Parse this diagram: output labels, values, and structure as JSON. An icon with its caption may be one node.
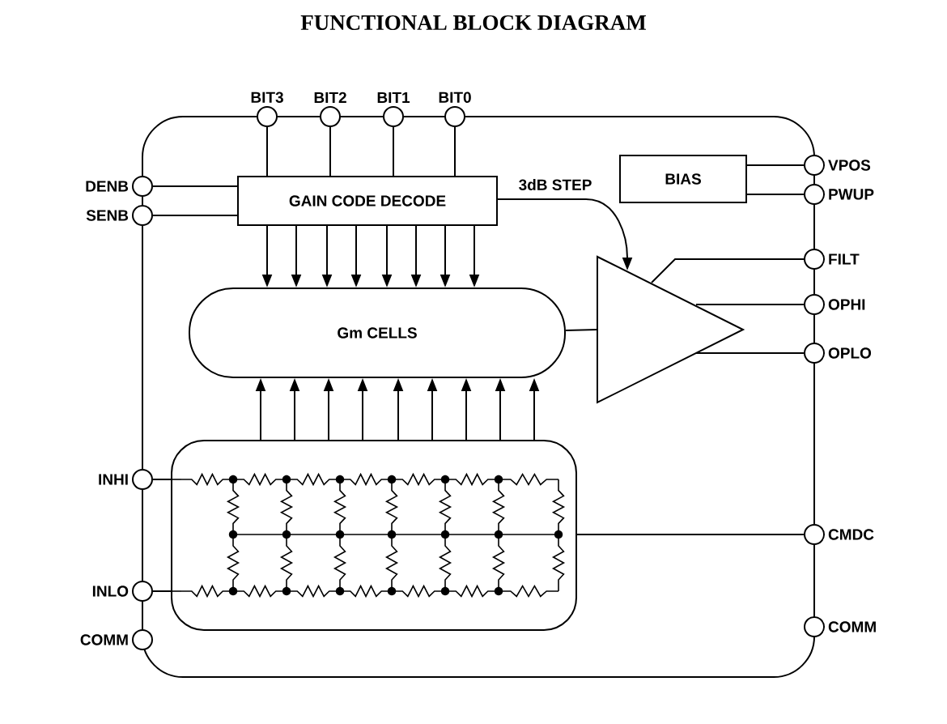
{
  "diagram": {
    "title": "FUNCTIONAL BLOCK DIAGRAM",
    "nodes": [
      {
        "text": [
          "BIT3"
        ]
      },
      {
        "text": [
          "BIT2"
        ]
      },
      {
        "text": [
          "BIT1"
        ]
      },
      {
        "text": [
          "BIT0"
        ]
      },
      {
        "text": [
          "DENB"
        ]
      },
      {
        "text": [
          "SENB"
        ]
      },
      {
        "text": [
          "GAIN CODE DECODE"
        ]
      },
      {
        "text": [
          "BIAS"
        ]
      },
      {
        "text": [
          "VPOS"
        ]
      },
      {
        "text": [
          "PWUP"
        ]
      },
      {
        "text": [
          "FILT"
        ]
      },
      {
        "text": [
          "OPHI"
        ]
      },
      {
        "text": [
          "OPLO"
        ]
      },
      {
        "text": [
          "Gm CELLS"
        ]
      },
      {
        "text": [],
        "shape": "triangle"
      },
      {
        "text": [],
        "shape": "box"
      },
      {
        "text": [
          "INHI"
        ]
      },
      {
        "text": [
          "INLO"
        ]
      },
      {
        "text": [
          "COMM"
        ]
      },
      {
        "text": [
          "CMDC"
        ]
      },
      {
        "text": [
          "COMM"
        ]
      }
    ],
    "edges": [
      {
        "from": 0,
        "to": 6,
        "arrow": "none"
      },
      {
        "from": 1,
        "to": 6,
        "arrow": "none"
      },
      {
        "from": 2,
        "to": 6,
        "arrow": "none"
      },
      {
        "from": 3,
        "to": 6,
        "arrow": "none"
      },
      {
        "from": 4,
        "to": 6,
        "arrow": "none"
      },
      {
        "from": 5,
        "to": 6,
        "arrow": "none"
      },
      {
        "from": 6,
        "to": 13,
        "arrow": "to"
      },
      {
        "from": 6,
        "to": 13,
        "arrow": "to"
      },
      {
        "from": 6,
        "to": 13,
        "arrow": "to"
      },
      {
        "from": 6,
        "to": 13,
        "arrow": "to"
      },
      {
        "from": 6,
        "to": 13,
        "arrow": "to"
      },
      {
        "from": 6,
        "to": 13,
        "arrow": "to"
      },
      {
        "from": 6,
        "to": 13,
        "arrow": "to"
      },
      {
        "from": 6,
        "to": 13,
        "arrow": "to"
      },
      {
        "from": 15,
        "to": 13,
        "arrow": "to"
      },
      {
        "from": 15,
        "to": 13,
        "arrow": "to"
      },
      {
        "from": 15,
        "to": 13,
        "arrow": "to"
      },
      {
        "from": 15,
        "to": 13,
        "arrow": "to"
      },
      {
        "from": 15,
        "to": 13,
        "arrow": "to"
      },
      {
        "from": 15,
        "to": 13,
        "arrow": "to"
      },
      {
        "from": 15,
        "to": 13,
        "arrow": "to"
      },
      {
        "from": 15,
        "to": 13,
        "arrow": "to"
      },
      {
        "from": 15,
        "to": 13,
        "arrow": "to"
      },
      {
        "from": 6,
        "to": 14,
        "arrow": "to",
        "label": "3dB STEP"
      },
      {
        "from": 7,
        "to": 8,
        "arrow": "none"
      },
      {
        "from": 7,
        "to": 9,
        "arrow": "none"
      },
      {
        "from": 13,
        "to": 14,
        "arrow": "none"
      },
      {
        "from": 14,
        "to": 10,
        "arrow": "none"
      },
      {
        "from": 14,
        "to": 11,
        "arrow": "none"
      },
      {
        "from": 14,
        "to": 12,
        "arrow": "none"
      },
      {
        "from": 16,
        "to": 15,
        "arrow": "none"
      },
      {
        "from": 17,
        "to": 15,
        "arrow": "none"
      },
      {
        "from": 15,
        "to": 19,
        "arrow": "none"
      }
    ]
  }
}
